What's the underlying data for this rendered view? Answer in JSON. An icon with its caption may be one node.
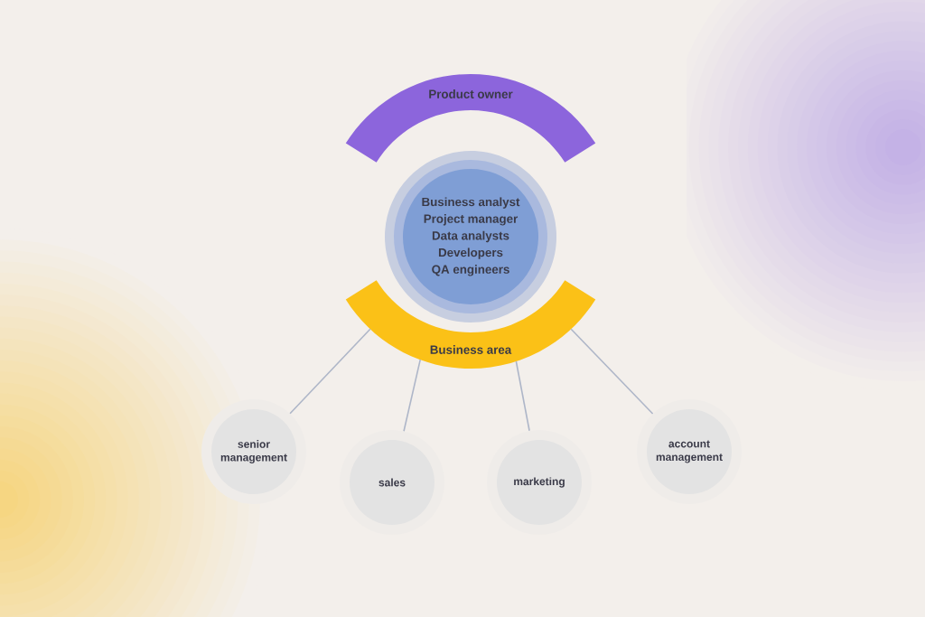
{
  "diagram": {
    "nodes": [
      {
        "text": [
          "Product owner"
        ]
      },
      {
        "text": [
          "Business analyst",
          "Project manager",
          "Data analysts",
          "Developers",
          "QA engineers"
        ]
      },
      {
        "text": [
          "Business area"
        ]
      },
      {
        "text": [
          "senior management"
        ]
      },
      {
        "text": [
          "sales"
        ]
      },
      {
        "text": [
          "marketing"
        ]
      },
      {
        "text": [
          "account management"
        ]
      }
    ],
    "edges": [
      {
        "from": 2,
        "to": 3,
        "arrow": "none"
      },
      {
        "from": 2,
        "to": 4,
        "arrow": "none"
      },
      {
        "from": 2,
        "to": 5,
        "arrow": "none"
      },
      {
        "from": 2,
        "to": 6,
        "arrow": "none"
      }
    ]
  }
}
